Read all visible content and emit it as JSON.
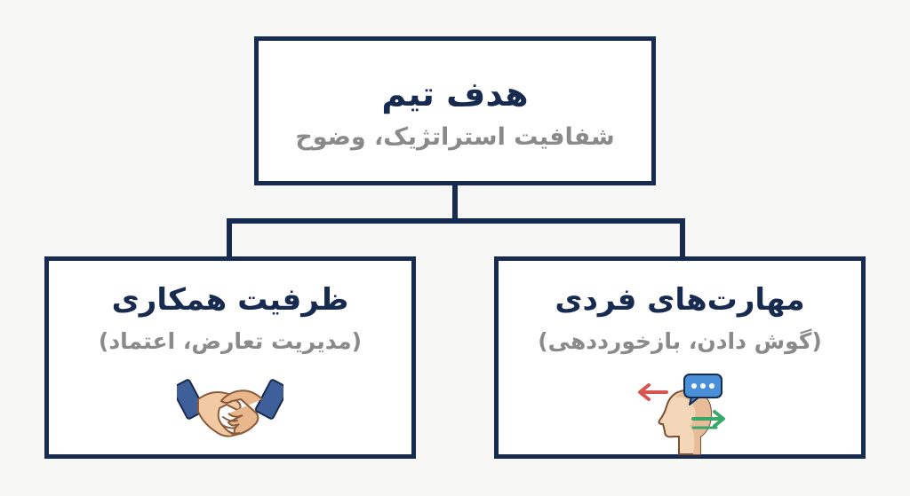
{
  "diagram": {
    "root": {
      "title": "هدف تیم",
      "subtitle": "شفافیت استراتژیک، وضوح"
    },
    "children": [
      {
        "title": "مهارت‌های فردی",
        "subtitle": "(گوش دادن، بازخورددهی)",
        "icon": "head-communication-icon"
      },
      {
        "title": "ظرفیت همکاری",
        "subtitle": "(مدیریت تعارض، اعتماد)",
        "icon": "handshake-icon"
      }
    ]
  },
  "colors": {
    "border": "#172a4f",
    "title": "#172a4f",
    "subtitle": "#8a8a8a",
    "background": "#f7f7f6"
  }
}
